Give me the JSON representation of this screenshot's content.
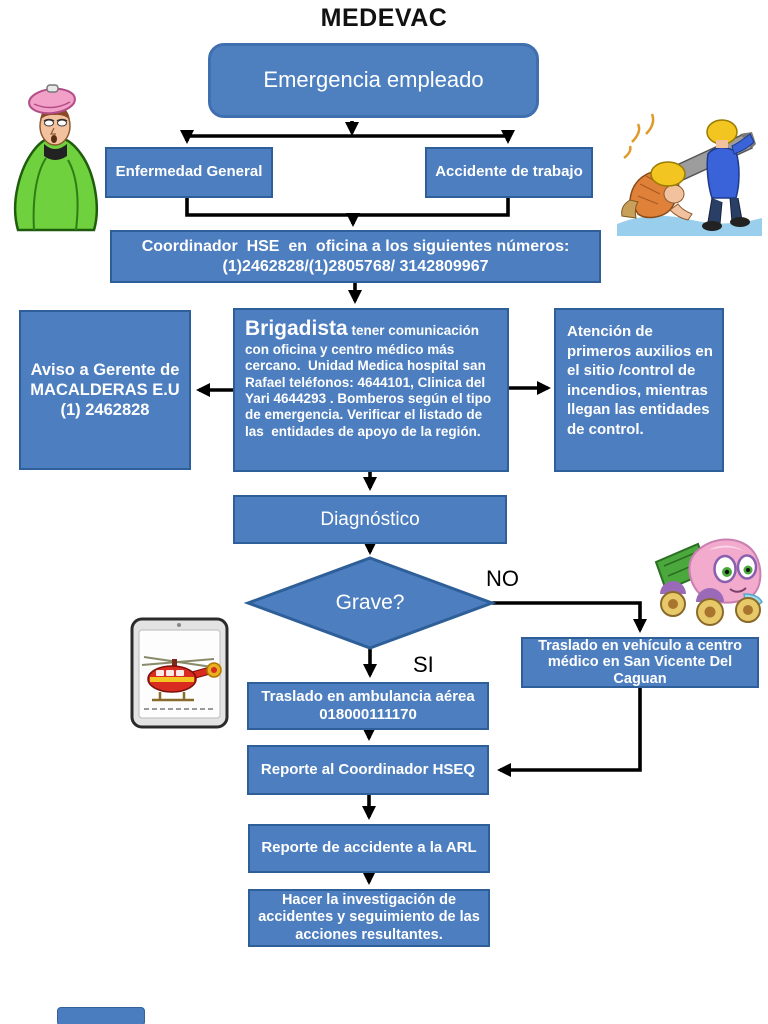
{
  "title": "MEDEVAC",
  "labels": {
    "no": "NO",
    "si": "SI"
  },
  "nodes": {
    "emergencia": "Emergencia empleado",
    "enfermedad": "Enfermedad General",
    "accidente": "Accidente de trabajo",
    "coordinador_line1": "Coordinador  HSE  en  oficina a los siguientes números:",
    "coordinador_line2": "(1)2462828/(1)2805768/ 3142809967",
    "aviso": "Aviso a Gerente de MACALDERAS E.U (1) 2462828",
    "brigadista_title": "Brigadista",
    "brigadista_body": " tener comunicación con oficina y centro médico más cercano.  Unidad Medica hospital san Rafael teléfonos: 4644101, Clinica del Yari 4644293 . Bomberos según el tipo de emergencia. Verificar el listado de las  entidades de apoyo de la región.",
    "atencion": "Atención de primeros auxilios en el sitio /control de incendios, mientras llegan las entidades de control.",
    "diagnostico": "Diagnóstico",
    "grave": "Grave?",
    "vehiculo": "Traslado en vehículo a centro médico en San Vicente Del Caguan",
    "ambulancia": "Traslado en ambulancia aérea 018000111170",
    "hseq": "Reporte al Coordinador HSEQ",
    "arl": "Reporte de accidente a la ARL",
    "hacer": "Hacer la investigación de accidentes y seguimiento de las acciones resultantes."
  },
  "icons": {
    "sick_person": "sick-person-clipart",
    "workers": "construction-workers-clipart",
    "truck": "cartoon-truck-clipart",
    "helicopter": "helicopter-tablet-clipart"
  },
  "colors": {
    "box_fill": "#4d7ebf",
    "box_border": "#2e5f98",
    "rounded_fill": "#4e80bf",
    "rounded_border": "#3f6fae",
    "arrow": "#000000",
    "text": "#ffffff"
  }
}
